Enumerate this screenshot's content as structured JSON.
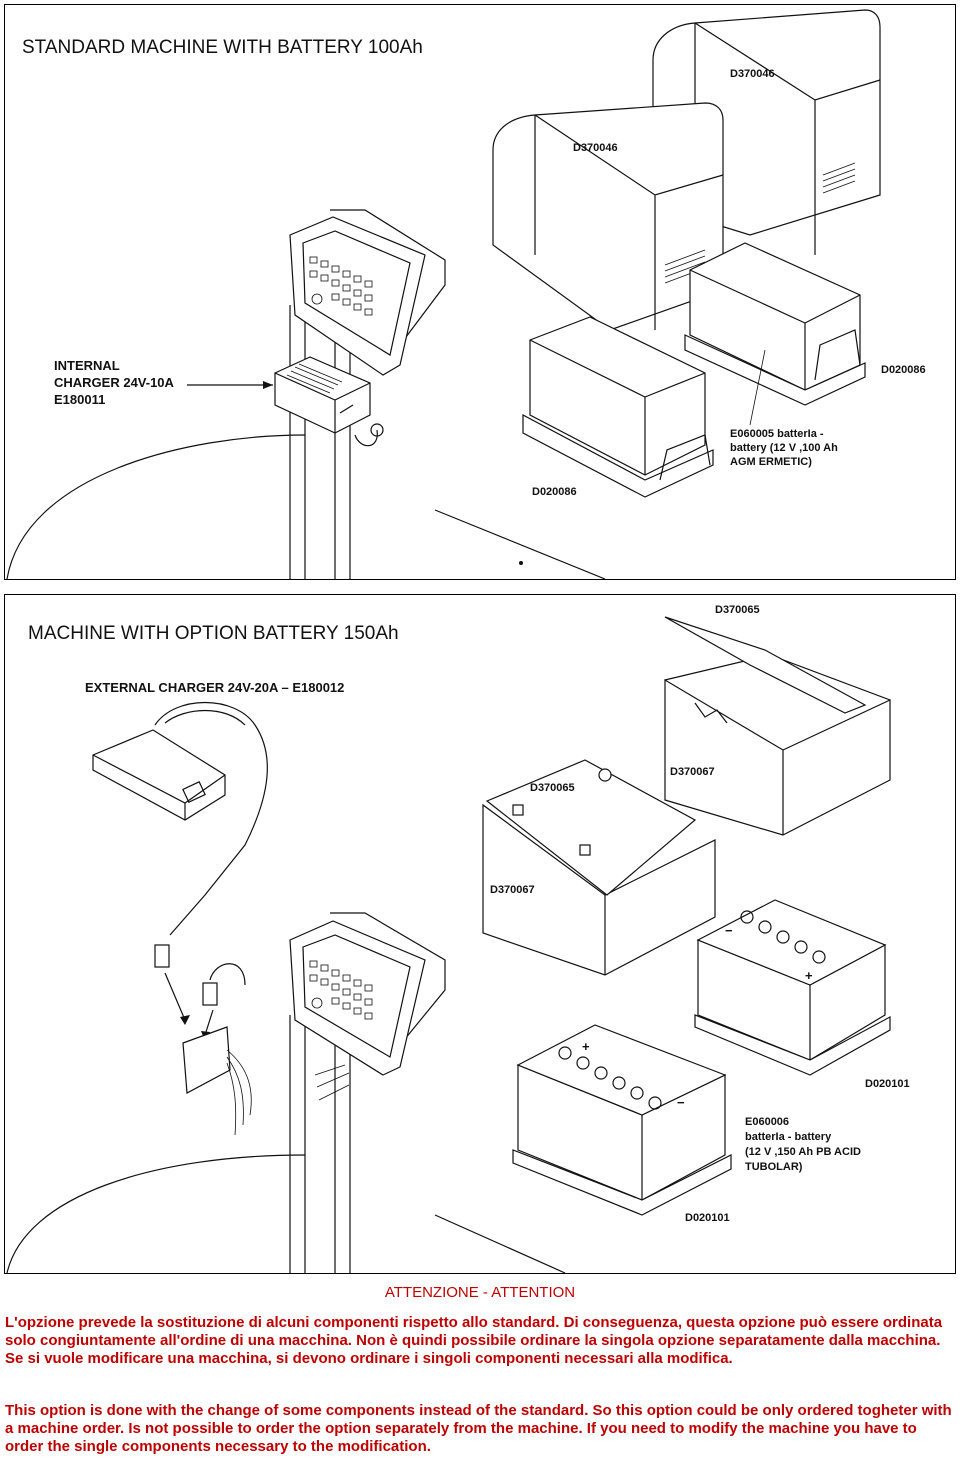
{
  "top_panel": {
    "title": "STANDARD MACHINE WITH BATTERY 100Ah",
    "labels": {
      "cover_rear": "D370046",
      "cover_front": "D370046",
      "charger_line1": "INTERNAL",
      "charger_line2": "CHARGER 24V-10A",
      "charger_line3": "E180011",
      "tray_right": "D020086",
      "tray_left": "D020086",
      "battery_line1": "E060005    batterIa -",
      "battery_line2": "battery (12 V ,100 Ah",
      "battery_line3": "AGM ERMETIC)"
    }
  },
  "bottom_panel": {
    "title": "MACHINE WITH OPTION BATTERY 150Ah",
    "charger_label": "EXTERNAL CHARGER 24V-20A – E180012",
    "labels": {
      "lid_rear": "D370065",
      "box_rear": "D370067",
      "lid_front": "D370065",
      "box_front": "D370067",
      "tray_right": "D020101",
      "tray_left": "D020101",
      "battery_line1": "E060006",
      "battery_line2": "batterIa - battery",
      "battery_line3": "(12 V ,150 Ah  PB ACID",
      "battery_line4": "TUBOLAR)"
    }
  },
  "attention": {
    "title": "ATTENZIONE - ATTENTION",
    "italian": "L'opzione prevede la sostituzione di  alcuni componenti rispetto allo standard. Di conseguenza, questa opzione può essere ordinata solo congiuntamente  all'ordine di una macchina. Non è quindi possibile ordinare la singola opzione separatamente dalla macchina. Se si vuole modificare una macchina, si devono ordinare i singoli componenti necessari alla modifica.",
    "english": "This option is done with the change of some components instead of the standard. So this option could be only ordered togheter with a machine order. Is not possible to order the option separately from the machine. If you need to modify the machine you have to order the single components necessary to the modification."
  },
  "colors": {
    "attention_text": "#c00000",
    "line": "#111111"
  }
}
